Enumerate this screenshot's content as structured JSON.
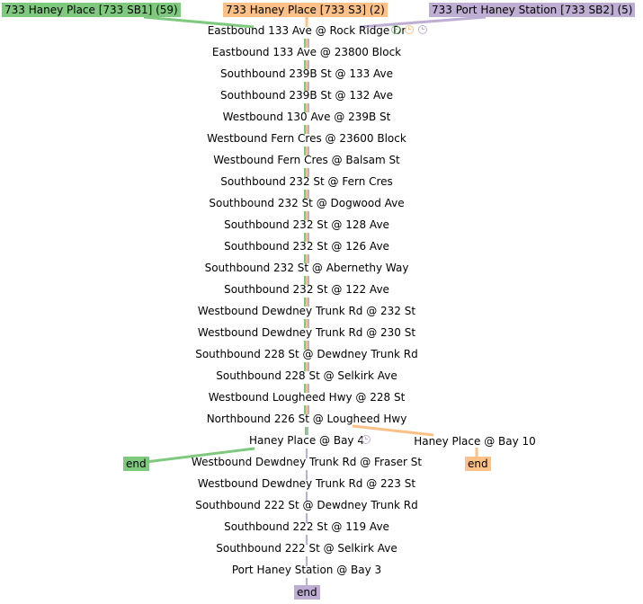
{
  "routes": [
    {
      "key": "sb1",
      "label": "733 Haney Place [733 SB1] (59)",
      "color": "#7fc97f",
      "label_color": "#000000"
    },
    {
      "key": "s3",
      "label": "733 Haney Place [733 S3] (2)",
      "color": "#fdc086",
      "label_color": "#000000"
    },
    {
      "key": "sb2",
      "label": "733 Port Haney Station [733 SB2] (5)",
      "color": "#beaed4",
      "label_color": "#000000"
    }
  ],
  "stops": [
    "Eastbound 133 Ave @ Rock Ridge Dr",
    "Eastbound 133 Ave @ 23800 Block",
    "Southbound 239B St @ 133 Ave",
    "Southbound 239B St @ 132 Ave",
    "Westbound 130 Ave @ 239B St",
    "Westbound Fern Cres @ 23600 Block",
    "Westbound Fern Cres @ Balsam St",
    "Southbound 232 St @ Fern Cres",
    "Southbound 232 St @ Dogwood Ave",
    "Southbound 232 St @ 128 Ave",
    "Southbound 232 St @ 126 Ave",
    "Southbound 232 St @ Abernethy Way",
    "Southbound 232 St @ 122 Ave",
    "Westbound Dewdney Trunk Rd @ 232 St",
    "Westbound Dewdney Trunk Rd @ 230 St",
    "Southbound 228 St @ Dewdney Trunk Rd",
    "Southbound 228 St @ Selkirk Ave",
    "Westbound Lougheed Hwy @ 228 St",
    "Northbound 226 St @ Lougheed Hwy",
    "Haney Place @ Bay 4",
    "Westbound Dewdney Trunk Rd @ Fraser St",
    "Westbound Dewdney Trunk Rd @ 223 St",
    "Southbound 222 St @ Dewdney Trunk Rd",
    "Southbound 222 St @ 119 Ave",
    "Southbound 222 St @ Selkirk Ave",
    "Port Haney Station @ Bay 3"
  ],
  "branch_stop": "Haney Place @ Bay 10",
  "end_label": "end"
}
